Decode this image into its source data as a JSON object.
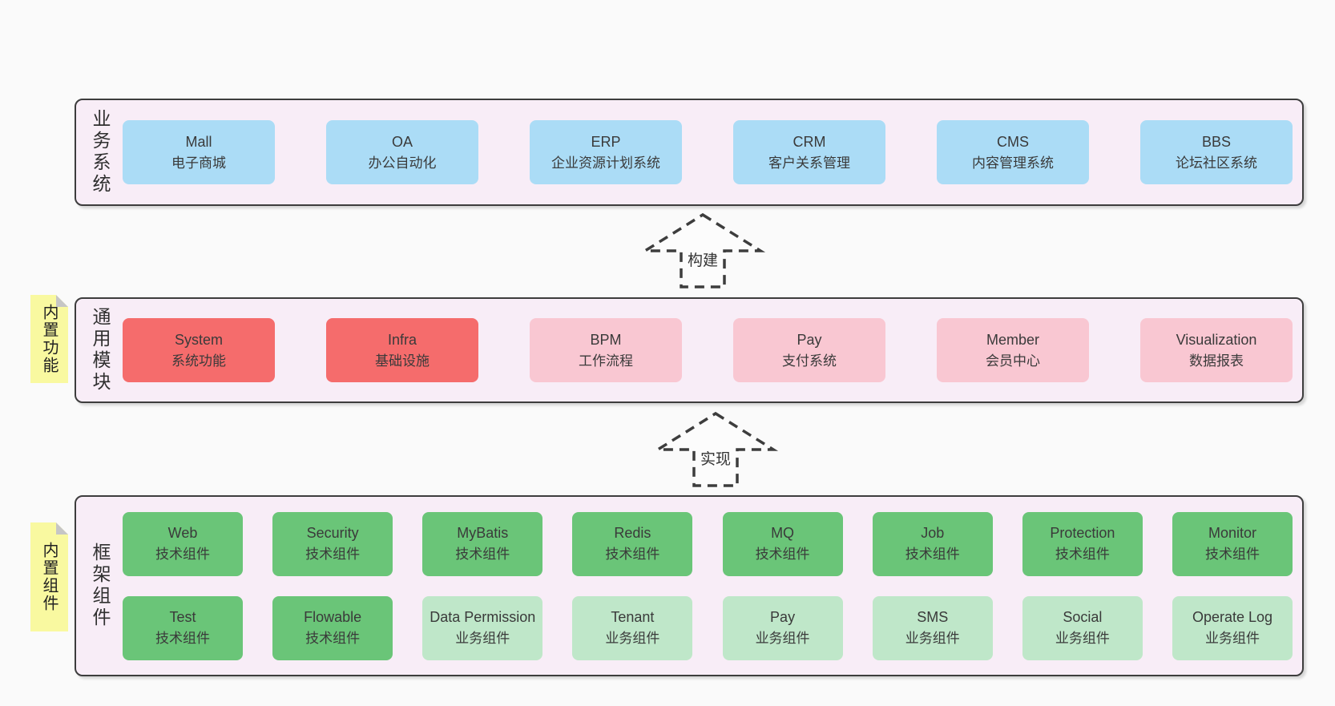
{
  "colors": {
    "background": "#fafafa",
    "band_background": "#f8edf7",
    "band_border": "#3d3d3d",
    "blue_box": "#abdcf6",
    "red_box": "#f56c6c",
    "pink_box": "#f9c7d2",
    "green_box": "#6ac578",
    "green_light_box": "#bfe7c9",
    "sticky_note": "#f9f9a0",
    "sticky_fold": "#c6c6c6",
    "text": "#3a3a3a"
  },
  "arrows": [
    {
      "label": "构建"
    },
    {
      "label": "实现"
    }
  ],
  "bands": [
    {
      "label": "业务系统",
      "rows": [
        [
          {
            "name": "Mall",
            "subtitle": "电子商城",
            "tone": "blue"
          },
          {
            "name": "OA",
            "subtitle": "办公自动化",
            "tone": "blue"
          },
          {
            "name": "ERP",
            "subtitle": "企业资源计划系统",
            "tone": "blue"
          },
          {
            "name": "CRM",
            "subtitle": "客户关系管理",
            "tone": "blue"
          },
          {
            "name": "CMS",
            "subtitle": "内容管理系统",
            "tone": "blue"
          },
          {
            "name": "BBS",
            "subtitle": "论坛社区系统",
            "tone": "blue"
          }
        ]
      ]
    },
    {
      "label": "通用模块",
      "sticky": "内置功能",
      "rows": [
        [
          {
            "name": "System",
            "subtitle": "系统功能",
            "tone": "red"
          },
          {
            "name": "Infra",
            "subtitle": "基础设施",
            "tone": "red"
          },
          {
            "name": "BPM",
            "subtitle": "工作流程",
            "tone": "pink"
          },
          {
            "name": "Pay",
            "subtitle": "支付系统",
            "tone": "pink"
          },
          {
            "name": "Member",
            "subtitle": "会员中心",
            "tone": "pink"
          },
          {
            "name": "Visualization",
            "subtitle": "数据报表",
            "tone": "pink"
          }
        ]
      ]
    },
    {
      "label": "框架组件",
      "sticky": "内置组件",
      "rows": [
        [
          {
            "name": "Web",
            "subtitle": "技术组件",
            "tone": "green"
          },
          {
            "name": "Security",
            "subtitle": "技术组件",
            "tone": "green"
          },
          {
            "name": "MyBatis",
            "subtitle": "技术组件",
            "tone": "green"
          },
          {
            "name": "Redis",
            "subtitle": "技术组件",
            "tone": "green"
          },
          {
            "name": "MQ",
            "subtitle": "技术组件",
            "tone": "green"
          },
          {
            "name": "Job",
            "subtitle": "技术组件",
            "tone": "green"
          },
          {
            "name": "Protection",
            "subtitle": "技术组件",
            "tone": "green"
          },
          {
            "name": "Monitor",
            "subtitle": "技术组件",
            "tone": "green"
          }
        ],
        [
          {
            "name": "Test",
            "subtitle": "技术组件",
            "tone": "green"
          },
          {
            "name": "Flowable",
            "subtitle": "技术组件",
            "tone": "green"
          },
          {
            "name": "Data Permission",
            "subtitle": "业务组件",
            "tone": "green-light"
          },
          {
            "name": "Tenant",
            "subtitle": "业务组件",
            "tone": "green-light"
          },
          {
            "name": "Pay",
            "subtitle": "业务组件",
            "tone": "green-light"
          },
          {
            "name": "SMS",
            "subtitle": "业务组件",
            "tone": "green-light"
          },
          {
            "name": "Social",
            "subtitle": "业务组件",
            "tone": "green-light"
          },
          {
            "name": "Operate Log",
            "subtitle": "业务组件",
            "tone": "green-light"
          }
        ]
      ]
    }
  ]
}
